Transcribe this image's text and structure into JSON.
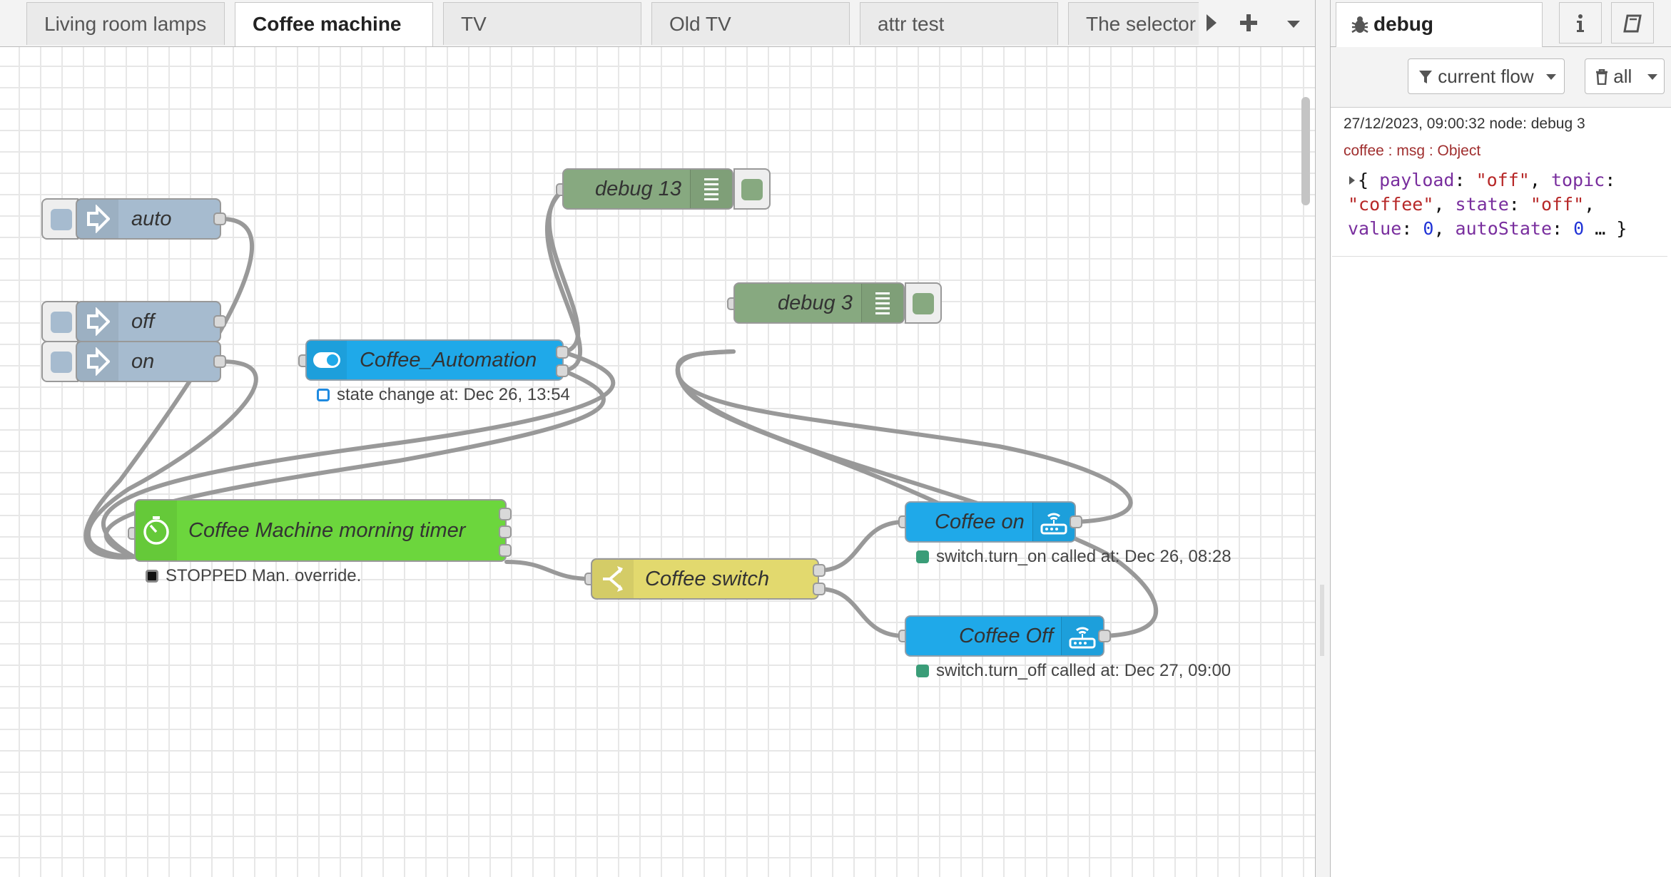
{
  "workspace": {
    "tabs": [
      {
        "label": "Living room lamps",
        "active": false
      },
      {
        "label": "Coffee machine",
        "active": true
      },
      {
        "label": "TV",
        "active": false
      },
      {
        "label": "Old TV",
        "active": false
      },
      {
        "label": "attr test",
        "active": false
      },
      {
        "label": "The selector",
        "active": false
      }
    ],
    "controls": {
      "scroll_icon": "caret-right-icon",
      "add_icon": "plus-icon",
      "menu_icon": "caret-down-icon"
    }
  },
  "flow": {
    "nodes": {
      "inject_auto": {
        "label": "auto",
        "type": "inject"
      },
      "inject_off": {
        "label": "off",
        "type": "inject"
      },
      "inject_on": {
        "label": "on",
        "type": "inject"
      },
      "debug13": {
        "label": "debug 13",
        "type": "debug"
      },
      "debug3": {
        "label": "debug 3",
        "type": "debug"
      },
      "coffee_automation": {
        "label": "Coffee_Automation",
        "type": "input-boolean",
        "status": "state change at: Dec 26, 13:54"
      },
      "morning_timer": {
        "label": "Coffee Machine morning timer",
        "type": "timer",
        "status": "STOPPED Man. override."
      },
      "coffee_switch": {
        "label": "Coffee switch",
        "type": "switch"
      },
      "coffee_on": {
        "label": "Coffee on",
        "type": "call-service",
        "status": "switch.turn_on called at: Dec 26, 08:28"
      },
      "coffee_off": {
        "label": "Coffee Off",
        "type": "call-service",
        "status": "switch.turn_off called at: Dec 27, 09:00"
      }
    }
  },
  "colors": {
    "inject": "#a6bbcf",
    "debug": "#87a980",
    "home_assistant": "#1fa9e9",
    "timer": "#6cd63d",
    "switch": "#e2d96e",
    "status_green": "#3a9d78",
    "status_blue": "#1f8ae0",
    "wire": "#999999"
  },
  "sidebar": {
    "active_tab": "debug",
    "tab_icons": [
      "bug-icon",
      "info-icon",
      "book-icon"
    ],
    "filter_label": "current flow",
    "clear_label": "all",
    "messages": [
      {
        "meta": "27/12/2023, 09:00:32   node: debug 3",
        "topic": "coffee : msg : Object",
        "body": {
          "payload": "\"off\"",
          "topic": "\"coffee\"",
          "state": "\"off\"",
          "value": "0",
          "autoState": "0"
        }
      }
    ]
  }
}
